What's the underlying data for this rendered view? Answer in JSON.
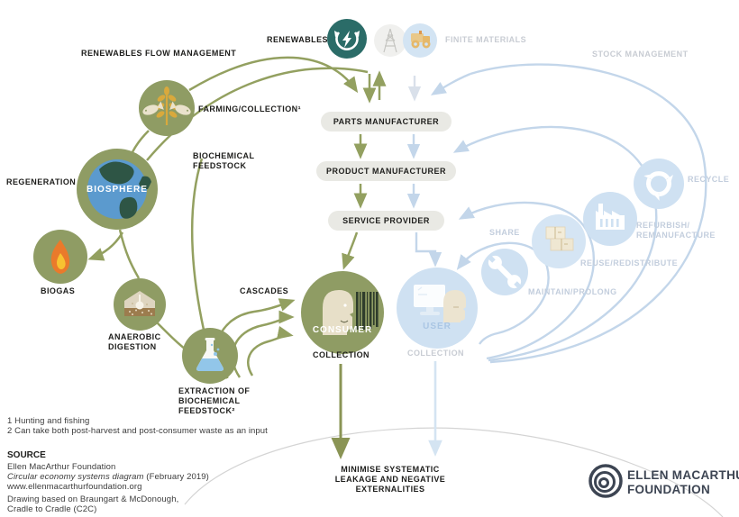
{
  "labels": {
    "renewables": "RENEWABLES",
    "finite_materials": "FINITE MATERIALS",
    "stock_management": "STOCK MANAGEMENT",
    "renewables_flow_management": "RENEWABLES FLOW MANAGEMENT",
    "farming": "FARMING/COLLECTION¹",
    "biochemical_feedstock": "BIOCHEMICAL FEEDSTOCK",
    "regeneration": "REGENERATION",
    "biosphere": "BIOSPHERE",
    "biogas": "BIOGAS",
    "anaerobic_digestion": "ANAEROBIC DIGESTION",
    "extraction": "EXTRACTION OF BIOCHEMICAL FEEDSTOCK²",
    "cascades": "CASCADES",
    "parts_manufacturer": "PARTS MANUFACTURER",
    "product_manufacturer": "PRODUCT MANUFACTURER",
    "service_provider": "SERVICE PROVIDER",
    "consumer": "CONSUMER",
    "user": "USER",
    "collection_left": "COLLECTION",
    "collection_right": "COLLECTION",
    "share": "SHARE",
    "maintain_prolong": "MAINTAIN/PROLONG",
    "reuse_redistribute": "REUSE/REDISTRIBUTE",
    "refurbish_lines": [
      "REFURBISH/",
      "REMANUFACTURE"
    ],
    "recycle": "RECYCLE",
    "minimise_lines": [
      "MINIMISE SYSTEMATIC",
      "LEAKAGE AND NEGATIVE",
      "EXTERNALITIES"
    ]
  },
  "footnotes": [
    "1 Hunting and fishing",
    "2 Can take both post-harvest and post-consumer waste as an input"
  ],
  "source": {
    "heading": "SOURCE",
    "org": "Ellen MacArthur Foundation",
    "work_title": "Circular economy systems diagram",
    "work_date": " (February 2019)",
    "url": "www.ellenmacarthurfoundation.org",
    "credit_line1": "Drawing based on Braungart & McDonough,",
    "credit_line2": "Cradle to Cradle (C2C)"
  },
  "logo": {
    "line1": "ELLEN MACARTHUR",
    "line2": "FOUNDATION"
  },
  "colors": {
    "olive": "#8f9c64",
    "olive_arrow": "#93a060",
    "olive_dark_arrow": "#8a9455",
    "teal": "#2b6c68",
    "faded_blue_fill": "#cfe1f2",
    "blue_line": "#c3d6ea",
    "faded_label": "#c8ccd3",
    "pill_bg": "#e9e9e4",
    "text_dark": "#1d1d1b",
    "logo_navy": "#3d4553"
  }
}
